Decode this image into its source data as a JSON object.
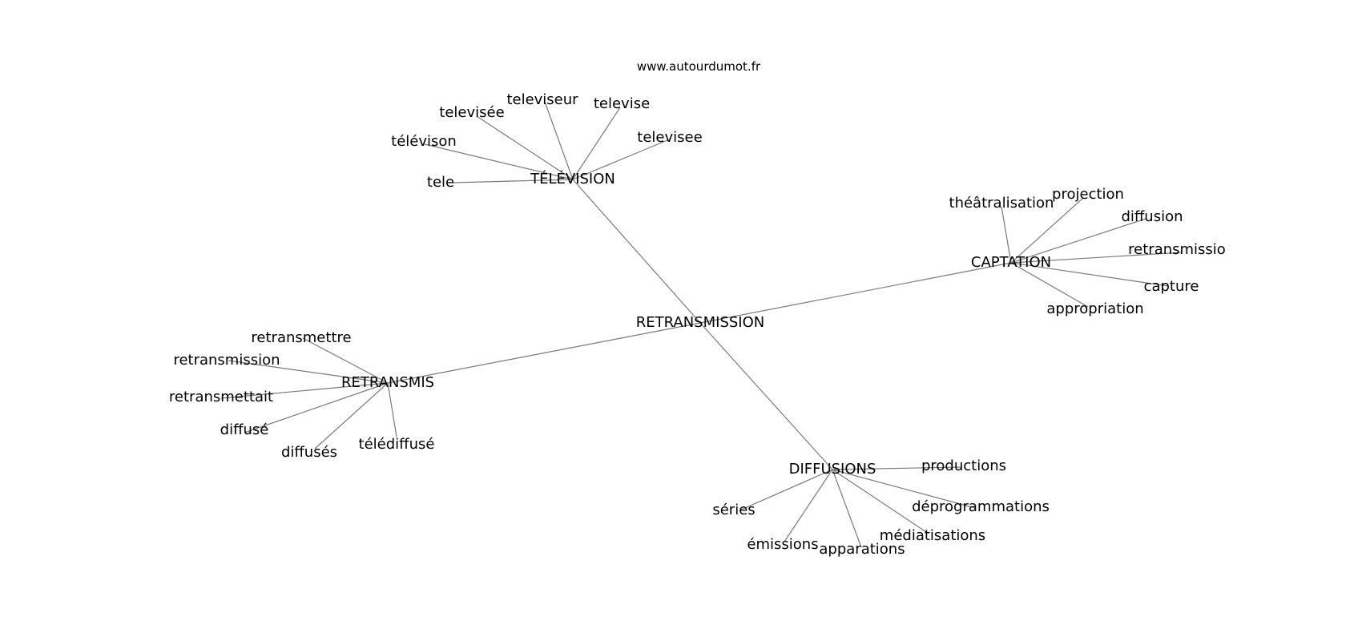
{
  "header": {
    "site": "www.autourdumot.fr"
  },
  "graph": {
    "center": "RETRANSMISSION",
    "clusters": [
      {
        "hub": "TÉLÉVISION",
        "words": [
          "televiseur",
          "televisée",
          "televise",
          "télévison",
          "televisee",
          "tele"
        ]
      },
      {
        "hub": "CAPTATION",
        "words": [
          "théâtralisation",
          "projection",
          "diffusion",
          "retransmissio",
          "capture",
          "appropriation"
        ]
      },
      {
        "hub": "RETRANSMIS",
        "words": [
          "retransmettre",
          "retransmission",
          "retransmettait",
          "diffusé",
          "diffusés",
          "télédiffusé"
        ]
      },
      {
        "hub": "DIFFUSIONS",
        "words": [
          "productions",
          "séries",
          "déprogrammations",
          "médiatisations",
          "émissions",
          "apparations"
        ]
      }
    ]
  },
  "colors": {
    "edge": "#7a7a7a",
    "text": "#000000",
    "background": "#ffffff"
  }
}
